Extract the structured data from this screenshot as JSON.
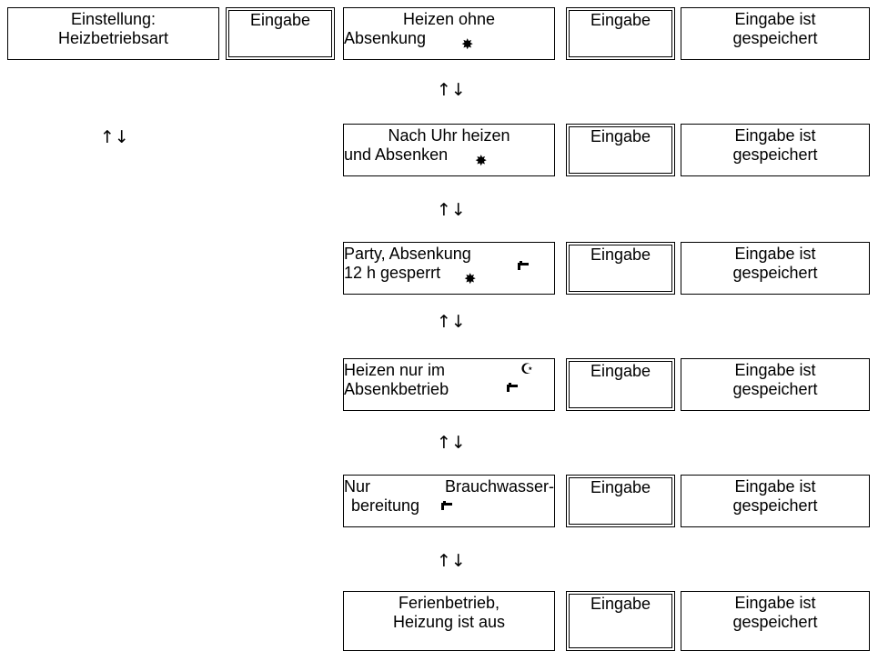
{
  "setting": {
    "line1": "Einstellung:",
    "line2": "Heizbetriebsart"
  },
  "entry_label": "Eingabe",
  "saved_label": {
    "line1": "Eingabe ist",
    "line2": "gespeichert"
  },
  "arrow_symbol": "↑↓",
  "sun_symbol": "✸",
  "moon_symbol": "☪",
  "modes": [
    {
      "line1": "Heizen ohne",
      "line2": "Absenkung"
    },
    {
      "line1": "Nach Uhr heizen",
      "line2": "und Absenken"
    },
    {
      "line1": "Party, Absenkung",
      "line2": "12 h gesperrt"
    },
    {
      "line1": "Heizen nur im",
      "line2": "Absenkbetrieb"
    },
    {
      "line1a": "Nur",
      "line1b": "Brauchwasser-",
      "line2": "bereitung"
    },
    {
      "line1": "Ferienbetrieb,",
      "line2": "Heizung ist aus"
    }
  ],
  "icons": [
    "sun-icon",
    "tap-icon",
    "moon-icon"
  ]
}
